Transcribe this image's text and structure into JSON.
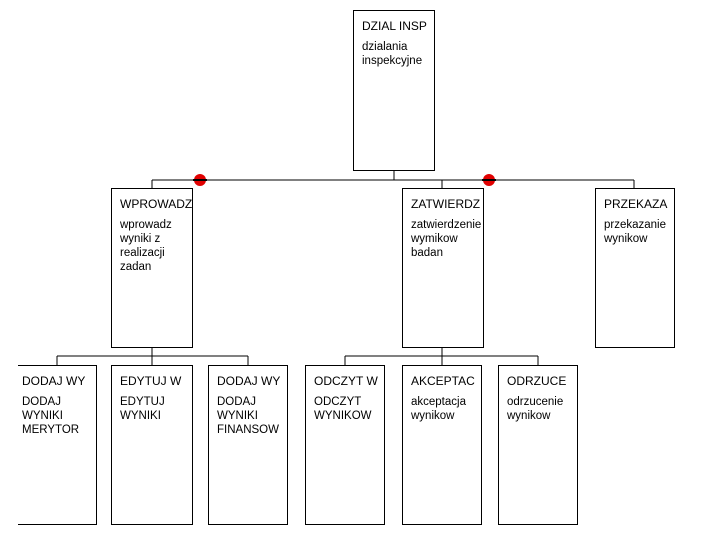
{
  "diagram": {
    "root": {
      "title": "DZIAL INSP",
      "desc": "dzialania\ninspekcyjne"
    },
    "level1": [
      {
        "key": "wprowadz",
        "title": "WPROWADZ",
        "desc": "wprowadz\nwyniki z\nrealizacji\nzadan"
      },
      {
        "key": "zatwierdz",
        "title": "ZATWIERDZ",
        "desc": "zatwierdzenie\nwymikow\nbadan"
      },
      {
        "key": "przekaz",
        "title": "PRZEKAZA",
        "desc": "przekazanie\nwynikow"
      }
    ],
    "level2": [
      {
        "key": "dodaj-merytor",
        "title": "DODAJ WY",
        "desc": "DODAJ\nWYNIKI\nMERYTOR"
      },
      {
        "key": "edytuj",
        "title": "EDYTUJ W",
        "desc": "EDYTUJ\nWYNIKI"
      },
      {
        "key": "dodaj-finans",
        "title": "DODAJ WY",
        "desc": "DODAJ\nWYNIKI\nFINANSOW"
      },
      {
        "key": "odczyt",
        "title": "ODCZYT W",
        "desc": "ODCZYT\nWYNIKOW"
      },
      {
        "key": "akceptacja",
        "title": "AKCEPTAC",
        "desc": "akceptacja\nwynikow"
      },
      {
        "key": "odrzucenie",
        "title": "ODRZUCE",
        "desc": "odrzucenie\nwynikow"
      }
    ],
    "colors": {
      "line": "#000000",
      "marker": "#e00000",
      "box_border": "#000000"
    }
  }
}
